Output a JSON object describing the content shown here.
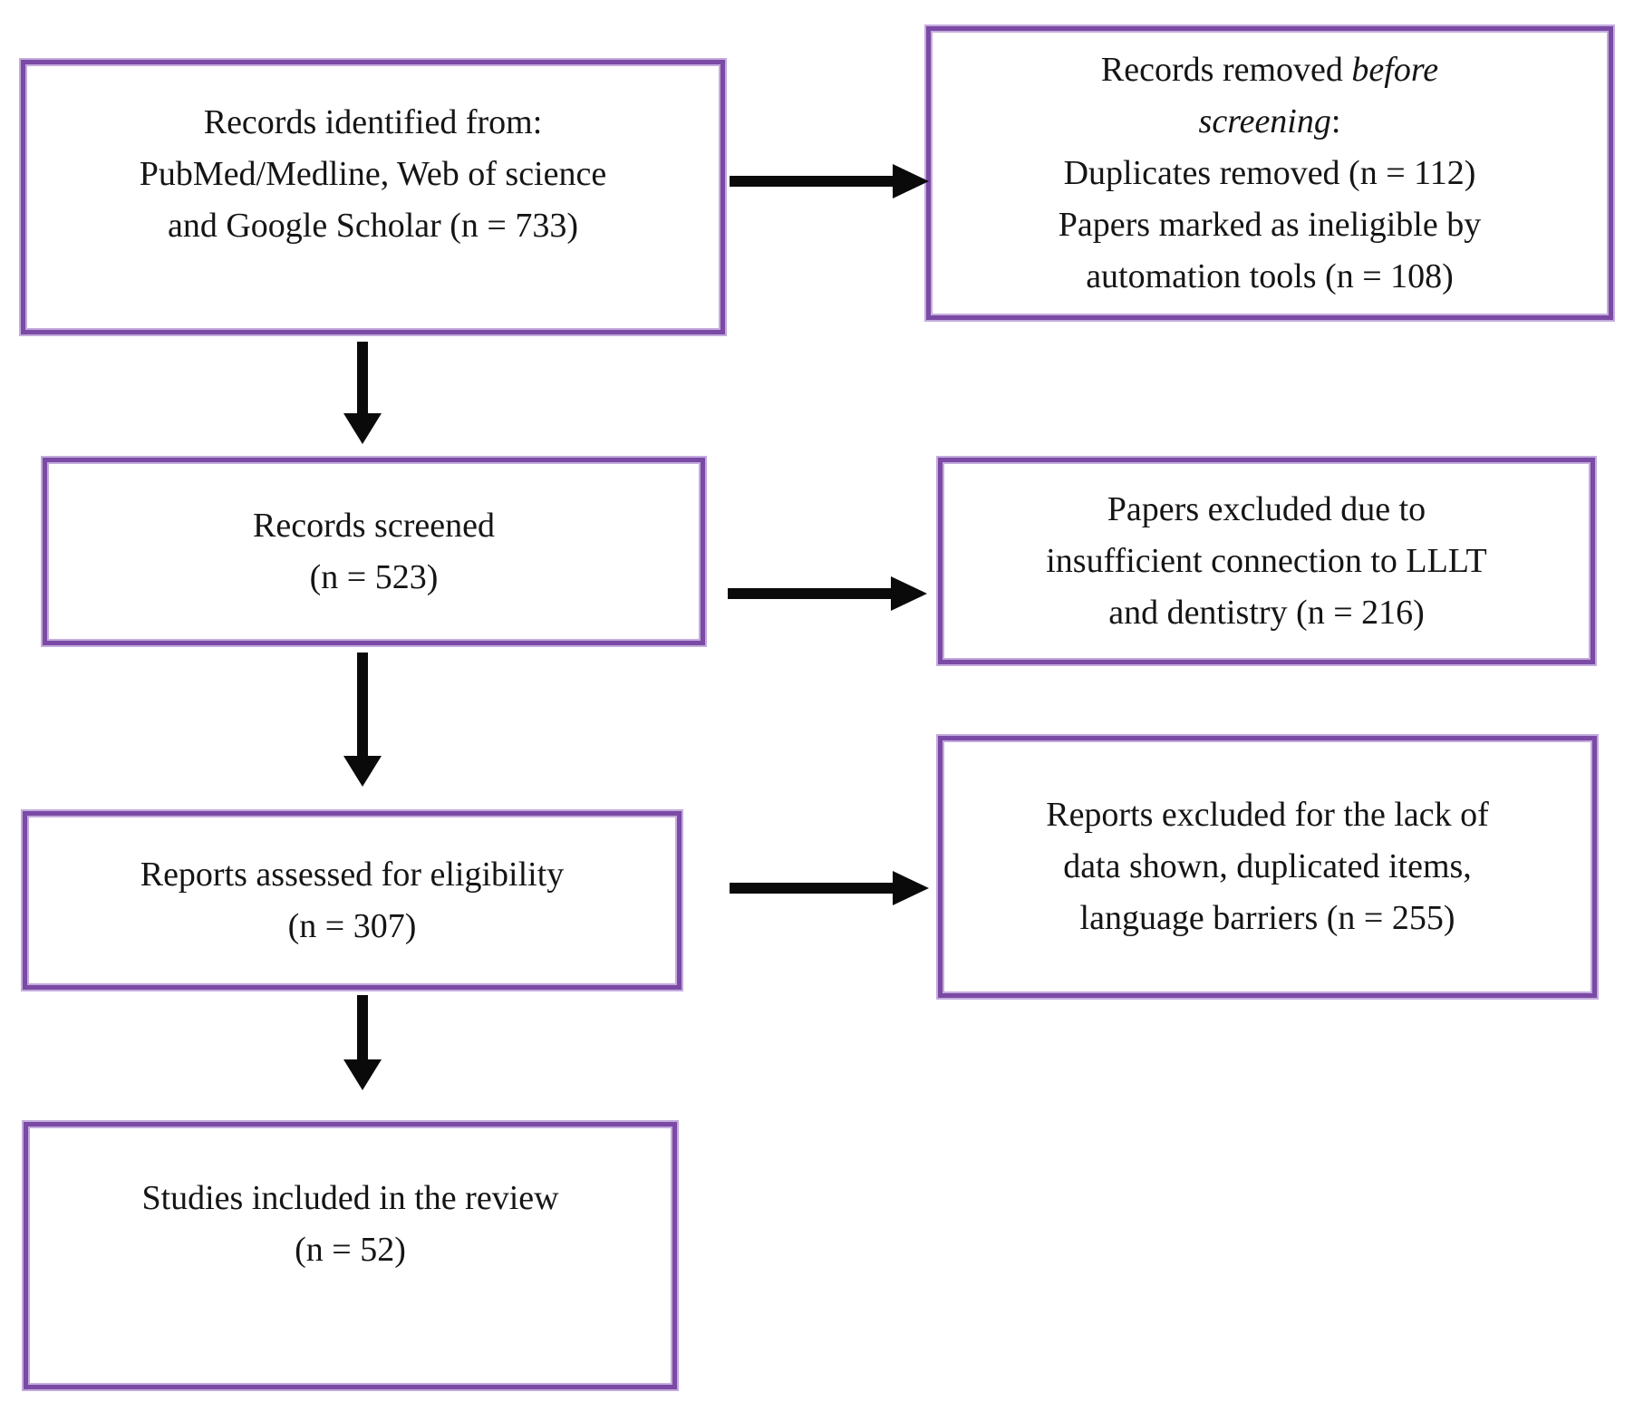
{
  "diagram_type": "PRISMA flow diagram",
  "colors": {
    "box_border": "#7a4aa5",
    "box_border_light": "#c4abdd",
    "arrow": "#0a0a0a",
    "background": "#ffffff",
    "text": "#151515"
  },
  "boxes": {
    "records_identified": {
      "text": "Records identified from:\nPubMed/Medline, Web of science\nand Google Scholar (n = 733)",
      "n": 733
    },
    "records_removed": {
      "line1_regular": "Records removed",
      "line1_italic": "before",
      "line2_italic": "screening",
      "line2_punct": ":",
      "details": "Duplicates removed (n = 112)\nPapers marked as ineligible by\nautomation tools (n = 108)",
      "n_duplicates": 112,
      "n_automation": 108
    },
    "records_screened": {
      "text": "Records screened\n(n = 523)",
      "n": 523
    },
    "papers_excluded": {
      "text": "Papers excluded due to\ninsufficient connection to LLLT\nand dentistry (n = 216)",
      "n": 216
    },
    "reports_assessed": {
      "text": "Reports assessed for eligibility\n(n = 307)",
      "n": 307
    },
    "reports_excluded": {
      "text": "Reports excluded for the lack of\ndata shown, duplicated items,\nlanguage barriers (n = 255)",
      "n": 255
    },
    "studies_included": {
      "text": "Studies included in the review\n(n = 52)",
      "n": 52
    }
  }
}
